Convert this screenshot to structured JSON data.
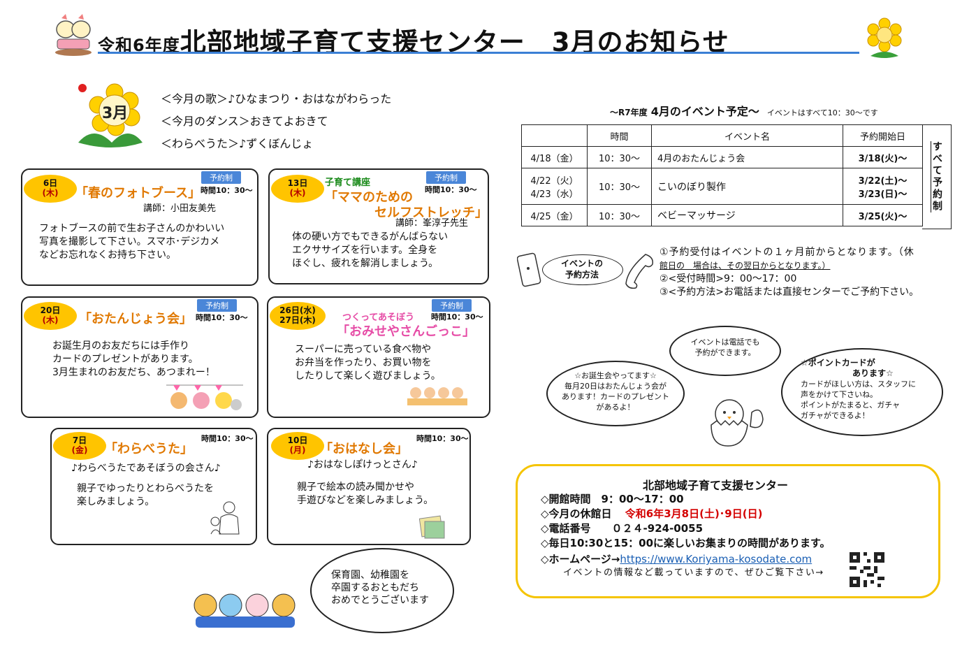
{
  "header": {
    "title_prefix": "令和6年度",
    "title_main": "北部地域子育て支援センター　3月のお知らせ"
  },
  "month_badge": "3月",
  "songs": [
    "＜今月の歌＞♪ひなまつり・おはながわらった",
    "＜今月のダンス＞おきてよおきて",
    "＜わらべうた＞♪ずくぼんじょ"
  ],
  "events": {
    "e1": {
      "day": "6日",
      "wd": "(木)",
      "badge": "予約制",
      "title": "「春のフォトブース」",
      "time": "時間10：30～",
      "teacher": "講師：小田友美先",
      "body": [
        "フォトブースの前で生お子さんのかわいい",
        "写真を撮影して下さい。スマホ･デジカメ",
        "などお忘れなくお持ち下さい。"
      ]
    },
    "e2": {
      "day": "13日",
      "wd": "(木)",
      "badge": "予約制",
      "sub": "子育て講座",
      "title1": "「ママのための",
      "title2": "セルフストレッチ」",
      "time": "時間10：30～",
      "teacher": "講師：峯淳子先生",
      "body": [
        "体の硬い方でもできるがんばらない",
        "エクササイズを行います。全身を",
        "ほぐし、疲れを解消しましょう。"
      ]
    },
    "e3": {
      "day": "20日",
      "wd": "(木)",
      "badge": "予約制",
      "title": "「おたんじょう会」",
      "time": "時間10：30～",
      "body": [
        "お誕生月のお友だちには手作り",
        "カードのプレゼントがあります。",
        "3月生まれのお友だち、あつまれー！"
      ]
    },
    "e4": {
      "day1": "26日(水)",
      "day2": "27日(木)",
      "badge": "予約制",
      "sub": "つくってあそぼう",
      "title": "「おみせやさんごっこ」",
      "time": "時間10：30～",
      "body": [
        "スーパーに売っている食べ物や",
        "お弁当を作ったり、お買い物を",
        "したりして楽しく遊びましょう。"
      ]
    },
    "e5": {
      "day": "7日",
      "wd": "(金)",
      "title": "「わらべうた」",
      "time": "時間10：30～",
      "sub": "♪わらべうたであそぼうの会さん♪",
      "body": [
        "親子でゆったりとわらべうたを",
        "楽しみましょう。"
      ]
    },
    "e6": {
      "day": "10日",
      "wd": "(月)",
      "title": "「おはなし会」",
      "time": "時間10：30～",
      "sub": "♪おはなしぽけっとさん♪",
      "body": [
        "親子で絵本の読み聞かせや",
        "手遊びなどを楽しみましょう。"
      ]
    }
  },
  "schedule": {
    "title_pre": "～R7年度",
    "title": "4月のイベント予定～",
    "note": "イベントはすべて10：30～です",
    "headers": [
      "",
      "時間",
      "イベント名",
      "予約開始日"
    ],
    "rows": [
      {
        "date": "4/18（金）",
        "time": "10：30～",
        "name": "4月のおたんじょう会",
        "start": "3/18(火)～"
      },
      {
        "date": "4/22（火）",
        "date2": "4/23（水）",
        "time": "10：30～",
        "name": "こいのぼり製作",
        "start": "3/22(土)～",
        "start2": "3/23(日)～"
      },
      {
        "date": "4/25（金）",
        "time": "10：30～",
        "name": "ベビーマッサージ",
        "start": "3/25(火)～"
      }
    ],
    "side": "すべて予約制"
  },
  "howto": {
    "label1": "イベントの",
    "label2": "予約方法",
    "lines": [
      "①予約受付はイベントの１ヶ月前からとなります。（休",
      "館日の　場合は、その翌日からとなります。）",
      "②<受付時間>9：00～17：00",
      "③<予約方法>お電話または直接センターでご予約下さい。"
    ]
  },
  "bubbles": {
    "phone": [
      "イベントは電話でも",
      "予約ができます。"
    ],
    "birthday": [
      "☆お誕生会やってます☆",
      "毎月20日はおたんじょう会が",
      "あります！カードのプレゼント",
      "があるよ！"
    ],
    "point": [
      "☆ポイントカードが",
      "あります☆",
      "カードがほしい方は、スタッフに",
      "声をかけて下さいね。",
      "ポイントがたまると、ガチャ",
      "ガチャができるよ！"
    ],
    "graduation": [
      "保育園、幼稚園を",
      "卒園するおともだち",
      "おめでとうございます"
    ]
  },
  "info": {
    "title": "北部地域子育て支援センター",
    "hours": "◇開館時間　9：00～17：00",
    "closed_label": "◇今月の休館日",
    "closed_value": "令和6年3月8日(土)･9日(日)",
    "phone": "◇電話番号　　０２４-924-0055",
    "daily": "◇毎日10:30と15：00に楽しいお集まりの時間があります。",
    "hp_label": "◇ホームページ→",
    "hp_url": "https://www.Koriyama-kosodate.com",
    "hp_note": "イベントの情報など載っていますので、ぜひご覧下さい→"
  },
  "colors": {
    "accent_blue": "#3a7fd5",
    "orange": "#e07800",
    "yellow": "#ffc400",
    "pink": "#e64ca6",
    "red": "#d40000"
  }
}
